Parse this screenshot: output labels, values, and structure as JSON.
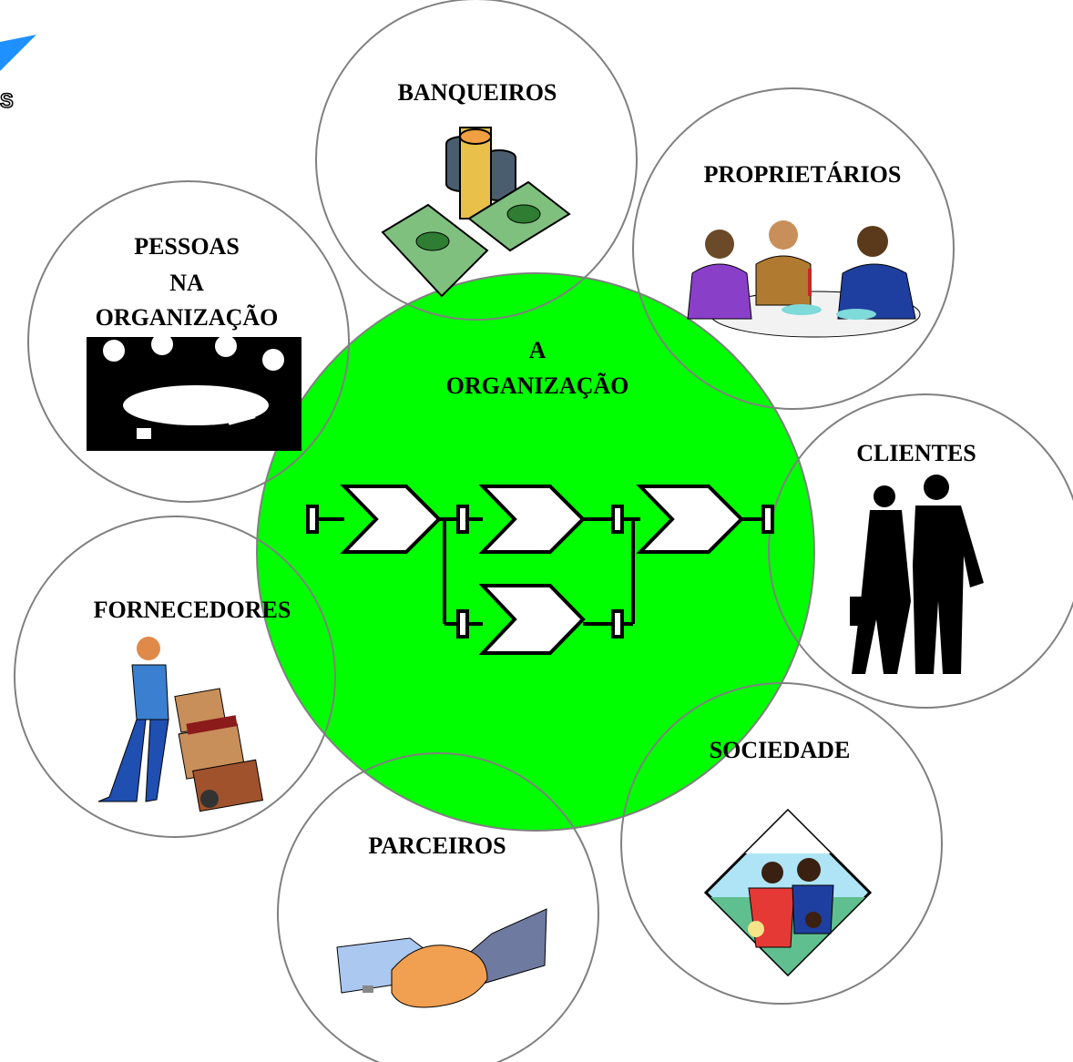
{
  "center": {
    "title_line1": "A",
    "title_line2": "ORGANIZAÇÃO",
    "fill_color": "#00ff00"
  },
  "stakeholders": {
    "banqueiros": "BANQUEIROS",
    "proprietarios": "PROPRIETÁRIOS",
    "pessoas_line1": "PESSOAS",
    "pessoas_line2": "NA",
    "pessoas_line3": "ORGANIZAÇÃO",
    "clientes": "CLIENTES",
    "fornecedores": "FORNECEDORES",
    "sociedade": "SOCIEDADE",
    "parceiros": "PARCEIROS"
  },
  "colors": {
    "circle_stroke": "#808080",
    "text": "#000000",
    "corner_mark": "#1e90ff"
  },
  "icons": {
    "banqueiros": "money-coins-icon",
    "proprietarios": "business-meeting-icon",
    "pessoas": "team-meeting-icon",
    "clientes": "walking-couple-icon",
    "fornecedores": "delivery-worker-icon",
    "sociedade": "family-icon",
    "parceiros": "handshake-icon",
    "center": "process-flow-icon"
  }
}
